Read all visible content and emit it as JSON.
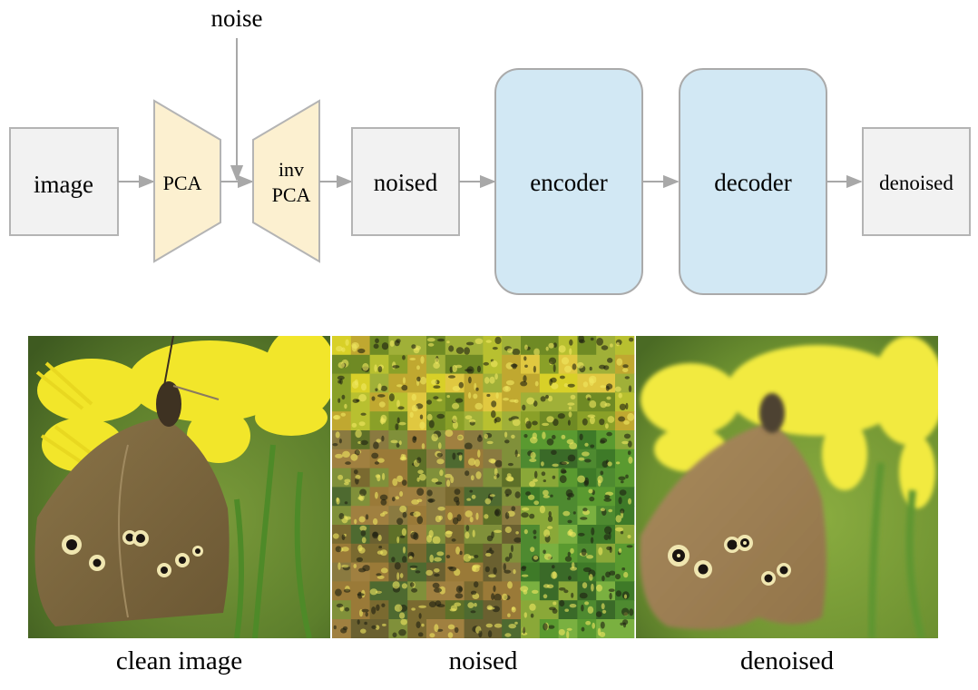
{
  "diagram": {
    "noise_label": "noise",
    "nodes": {
      "image": "image",
      "pca": "PCA",
      "inv_pca_line1": "inv",
      "inv_pca_line2": "PCA",
      "noised": "noised",
      "encoder": "encoder",
      "decoder": "decoder",
      "denoised": "denoised"
    },
    "colors": {
      "gray_box_fill": "#f2f2f2",
      "pca_fill": "#fcf0d0",
      "net_fill": "#d2e8f4",
      "stroke": "#aaaaaa"
    }
  },
  "panels": [
    {
      "caption": "clean image"
    },
    {
      "caption": "noised"
    },
    {
      "caption": "denoised"
    }
  ]
}
